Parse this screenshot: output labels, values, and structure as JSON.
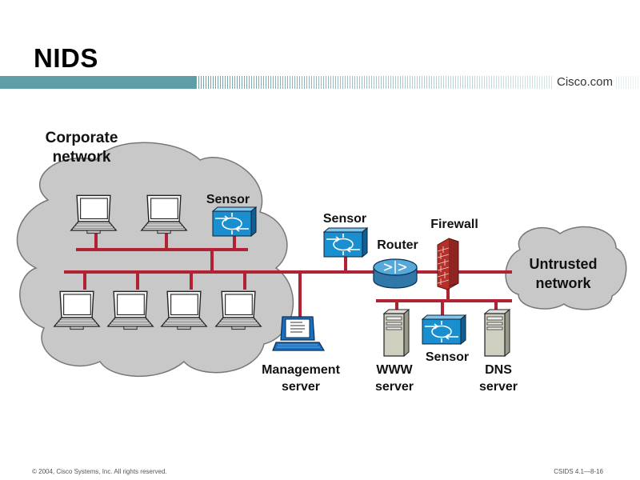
{
  "title": "NIDS",
  "brand": "Cisco.com",
  "labels": {
    "corporate_network": [
      "Corporate",
      "network"
    ],
    "sensor_corporate": "Sensor",
    "sensor_router": "Sensor",
    "router": "Router",
    "firewall": "Firewall",
    "untrusted_network": [
      "Untrusted",
      "network"
    ],
    "management_server": [
      "Management",
      "server"
    ],
    "www_server": [
      "WWW",
      "server"
    ],
    "sensor_dmz": "Sensor",
    "dns_server": [
      "DNS",
      "server"
    ]
  },
  "footer": {
    "copyright": "© 2004, Cisco Systems, Inc. All rights reserved.",
    "code": "CSIDS 4.1—8-16"
  },
  "colors": {
    "header_bar": "#5f9ea6",
    "cloud": "#c8c8c8",
    "network_line": "#b22234",
    "device_blue": "#1a8fd0",
    "router_blue": "#3a8fc0",
    "firewall_red": "#c0392b"
  }
}
